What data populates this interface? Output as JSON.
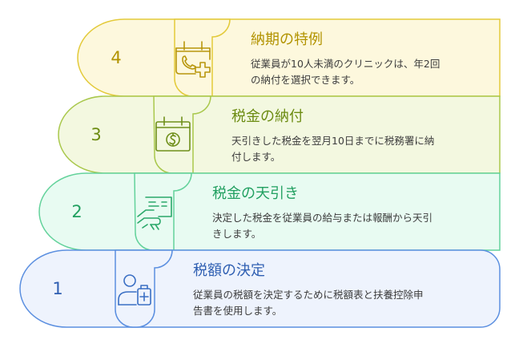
{
  "steps": [
    {
      "number": "1",
      "title": "税額の決定",
      "desc_lines": [
        "従業員の税額を決定するために税額表と扶養控除申",
        "告書を使用します。"
      ],
      "icon": "user-medical-icon",
      "colors": {
        "fill": "#eef3fd",
        "stroke": "#5b8fe0",
        "text": "#2f5fb2",
        "icon": "#3a6fc4"
      }
    },
    {
      "number": "2",
      "title": "税金の天引き",
      "desc_lines": [
        "決定した税金を従業員の給与または報酬から天引",
        "きします。"
      ],
      "icon": "hand-bill-icon",
      "colors": {
        "fill": "#e8fbf2",
        "stroke": "#63d29b",
        "text": "#22a061",
        "icon": "#2aa86a"
      }
    },
    {
      "number": "3",
      "title": "税金の納付",
      "desc_lines": [
        "天引きした税金を翌月10日までに税務署に納",
        "付します。"
      ],
      "icon": "calendar-dollar-icon",
      "colors": {
        "fill": "#f3f8e0",
        "stroke": "#a9c84c",
        "text": "#6c8c12",
        "icon": "#6f8f1a"
      }
    },
    {
      "number": "4",
      "title": "納期の特例",
      "desc_lines": [
        "従業員が10人未満のクリニックは、年2回",
        "の納付を選択できます。"
      ],
      "icon": "calendar-phone-icon",
      "colors": {
        "fill": "#fdf8dd",
        "stroke": "#e3ca3a",
        "text": "#b29300",
        "icon": "#b8960c"
      }
    }
  ]
}
